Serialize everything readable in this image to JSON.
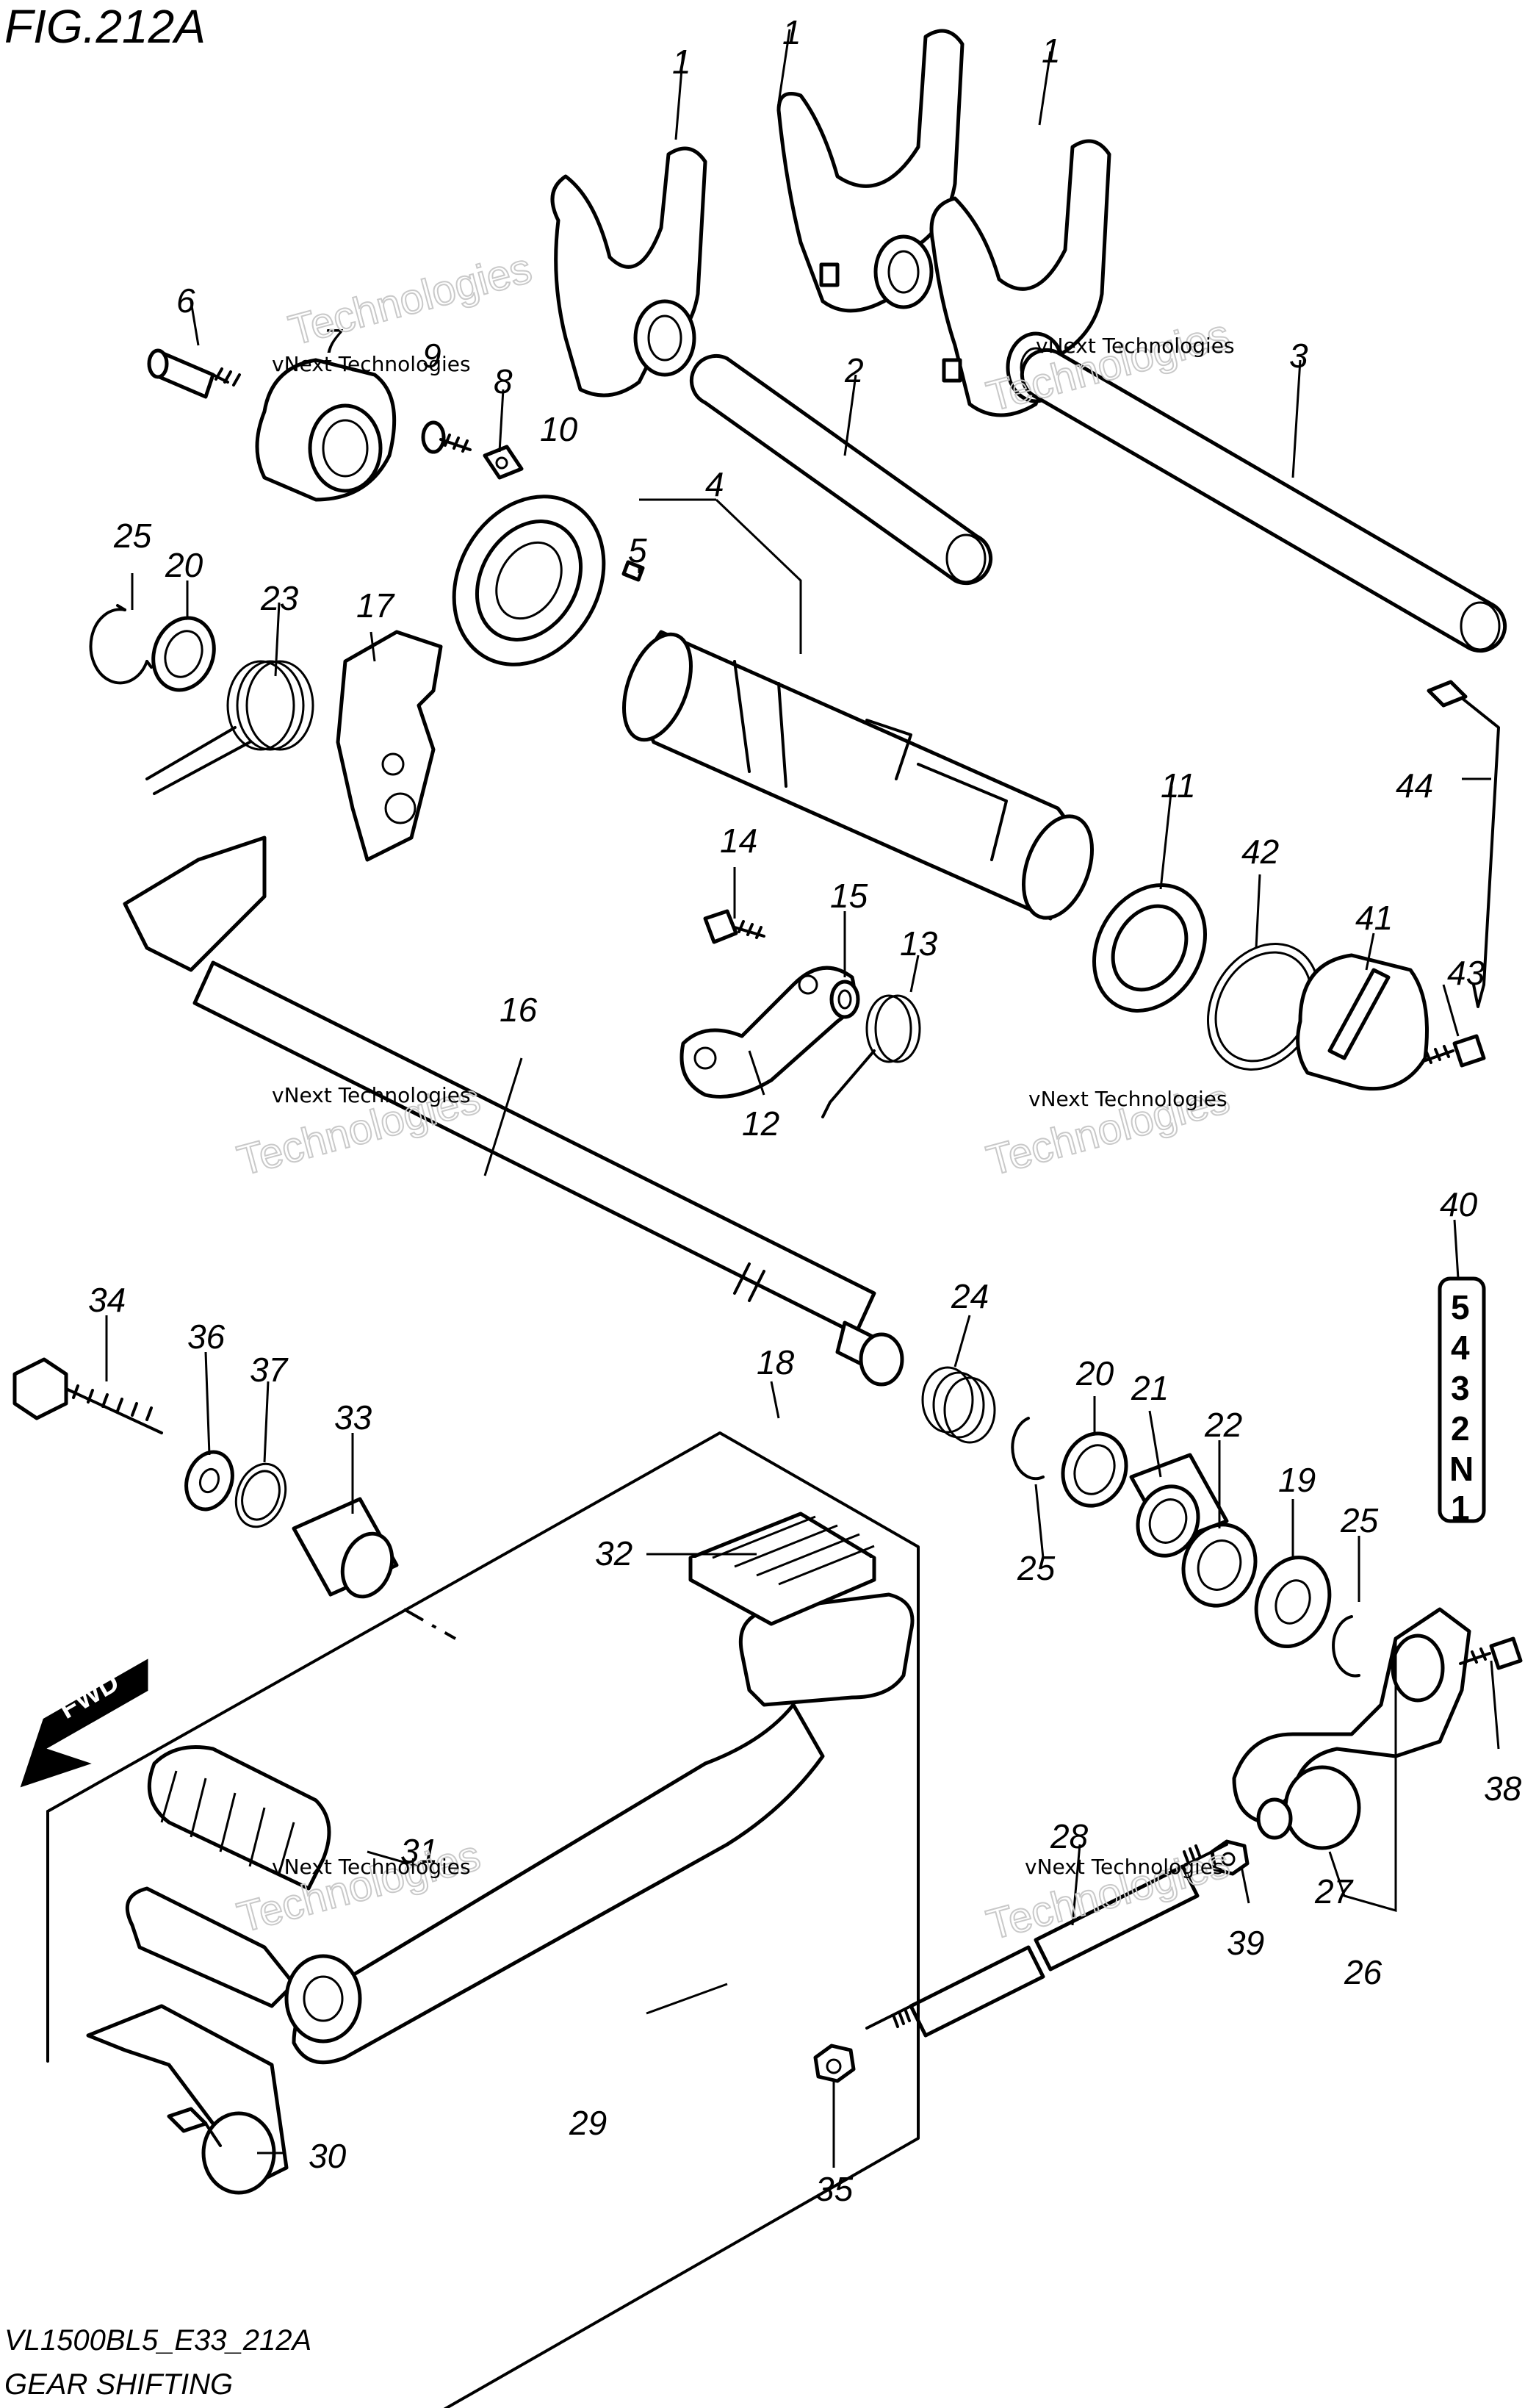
{
  "figure": {
    "title": "FIG.212A",
    "model_code": "VL1500BL5_E33_212A",
    "section_name": "GEAR SHIFTING"
  },
  "watermark": {
    "line1": "vNext Technologies",
    "line2": "vNext",
    "line3": "Technologies"
  },
  "callouts": {
    "c1": "1",
    "c2": "2",
    "c3": "3",
    "c4": "4",
    "c5": "5",
    "c6": "6",
    "c7": "7",
    "c8": "8",
    "c9": "9",
    "c10": "10",
    "c11": "11",
    "c12": "12",
    "c13": "13",
    "c14": "14",
    "c15": "15",
    "c16": "16",
    "c17": "17",
    "c18": "18",
    "c19": "19",
    "c20": "20",
    "c21": "21",
    "c22": "22",
    "c23": "23",
    "c24": "24",
    "c25": "25",
    "c26": "26",
    "c27": "27",
    "c28": "28",
    "c29": "29",
    "c30": "30",
    "c31": "31",
    "c32": "32",
    "c33": "33",
    "c34": "34",
    "c35": "35",
    "c36": "36",
    "c37": "37",
    "c38": "38",
    "c39": "39",
    "c40": "40",
    "c41": "41",
    "c42": "42",
    "c43": "43",
    "c44": "44"
  },
  "gear_indicator": {
    "positions": [
      "5",
      "4",
      "3",
      "2",
      "N",
      "1"
    ]
  },
  "fwd_label": "FWD",
  "colors": {
    "line": "#000000",
    "background": "#ffffff",
    "watermark": "#c9c9c9"
  }
}
